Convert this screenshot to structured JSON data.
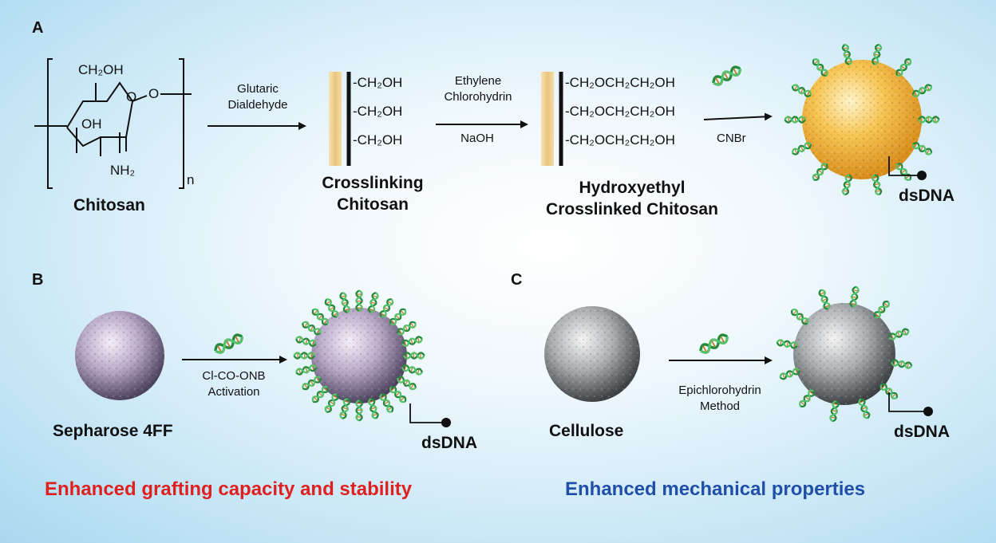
{
  "panels": {
    "a": {
      "letter": "A",
      "molecule": {
        "ch2oh": "CH₂OH",
        "o_ring": "O",
        "o_link": "O",
        "oh": "OH",
        "nh2": "NH₂",
        "n": "n"
      },
      "chitosan_label": "Chitosan",
      "step1": {
        "line1": "Glutaric",
        "line2": "Dialdehyde"
      },
      "crosslink_groups": [
        "-CH₂OH",
        "-CH₂OH",
        "-CH₂OH"
      ],
      "crosslink_label": {
        "line1": "Crosslinking",
        "line2": "Chitosan"
      },
      "step2": {
        "line1": "Ethylene",
        "line2": "Chlorohydrin",
        "line3": "NaOH"
      },
      "hydroxy_groups": [
        "-CH₂OCH₂CH₂OH",
        "-CH₂OCH₂CH₂OH",
        "-CH₂OCH₂CH₂OH"
      ],
      "hydroxy_label": {
        "line1": "Hydroxyethyl",
        "line2": "Crosslinked Chitosan"
      },
      "step3": "CNBr",
      "dsdna": "dsDNA"
    },
    "b": {
      "letter": "B",
      "bead_label": "Sepharose 4FF",
      "step": {
        "line1": "Cl-CO-ONB",
        "line2": "Activation"
      },
      "dsdna": "dsDNA",
      "caption": "Enhanced grafting capacity and stability"
    },
    "c": {
      "letter": "C",
      "bead_label": "Cellulose",
      "step": {
        "line1": "Epichlorohydrin",
        "line2": "Method"
      },
      "dsdna": "dsDNA",
      "caption": "Enhanced mechanical properties"
    }
  },
  "colors": {
    "red_caption": "#e02020",
    "blue_caption": "#1f4fa8",
    "dna_green": "#2e9e4a",
    "chitosan_bead": "#f0b43c"
  }
}
